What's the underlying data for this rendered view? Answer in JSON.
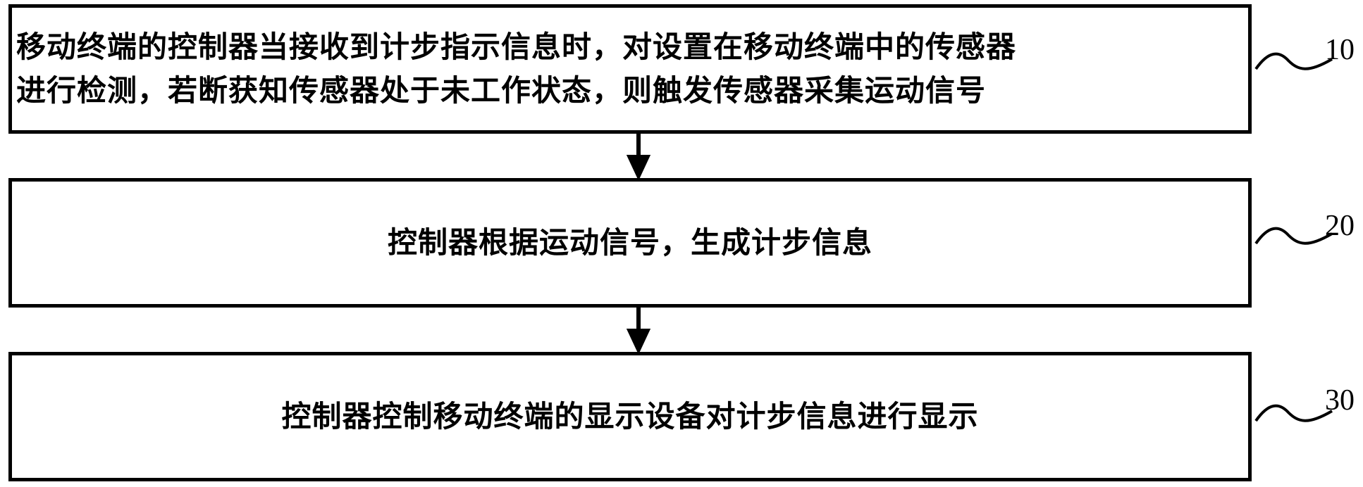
{
  "flowchart": {
    "steps": [
      {
        "ref": "10",
        "lines": [
          "移动终端的控制器当接收到计步指示信息时，对设置在移动终端中的传感器",
          "进行检测，若断获知传感器处于未工作状态，则触发传感器采集运动信号"
        ]
      },
      {
        "ref": "20",
        "lines": [
          "控制器根据运动信号，生成计步信息"
        ]
      },
      {
        "ref": "30",
        "lines": [
          "控制器控制移动终端的显示设备对计步信息进行显示"
        ]
      }
    ],
    "colors": {
      "stroke": "#000000",
      "background": "#ffffff"
    }
  }
}
